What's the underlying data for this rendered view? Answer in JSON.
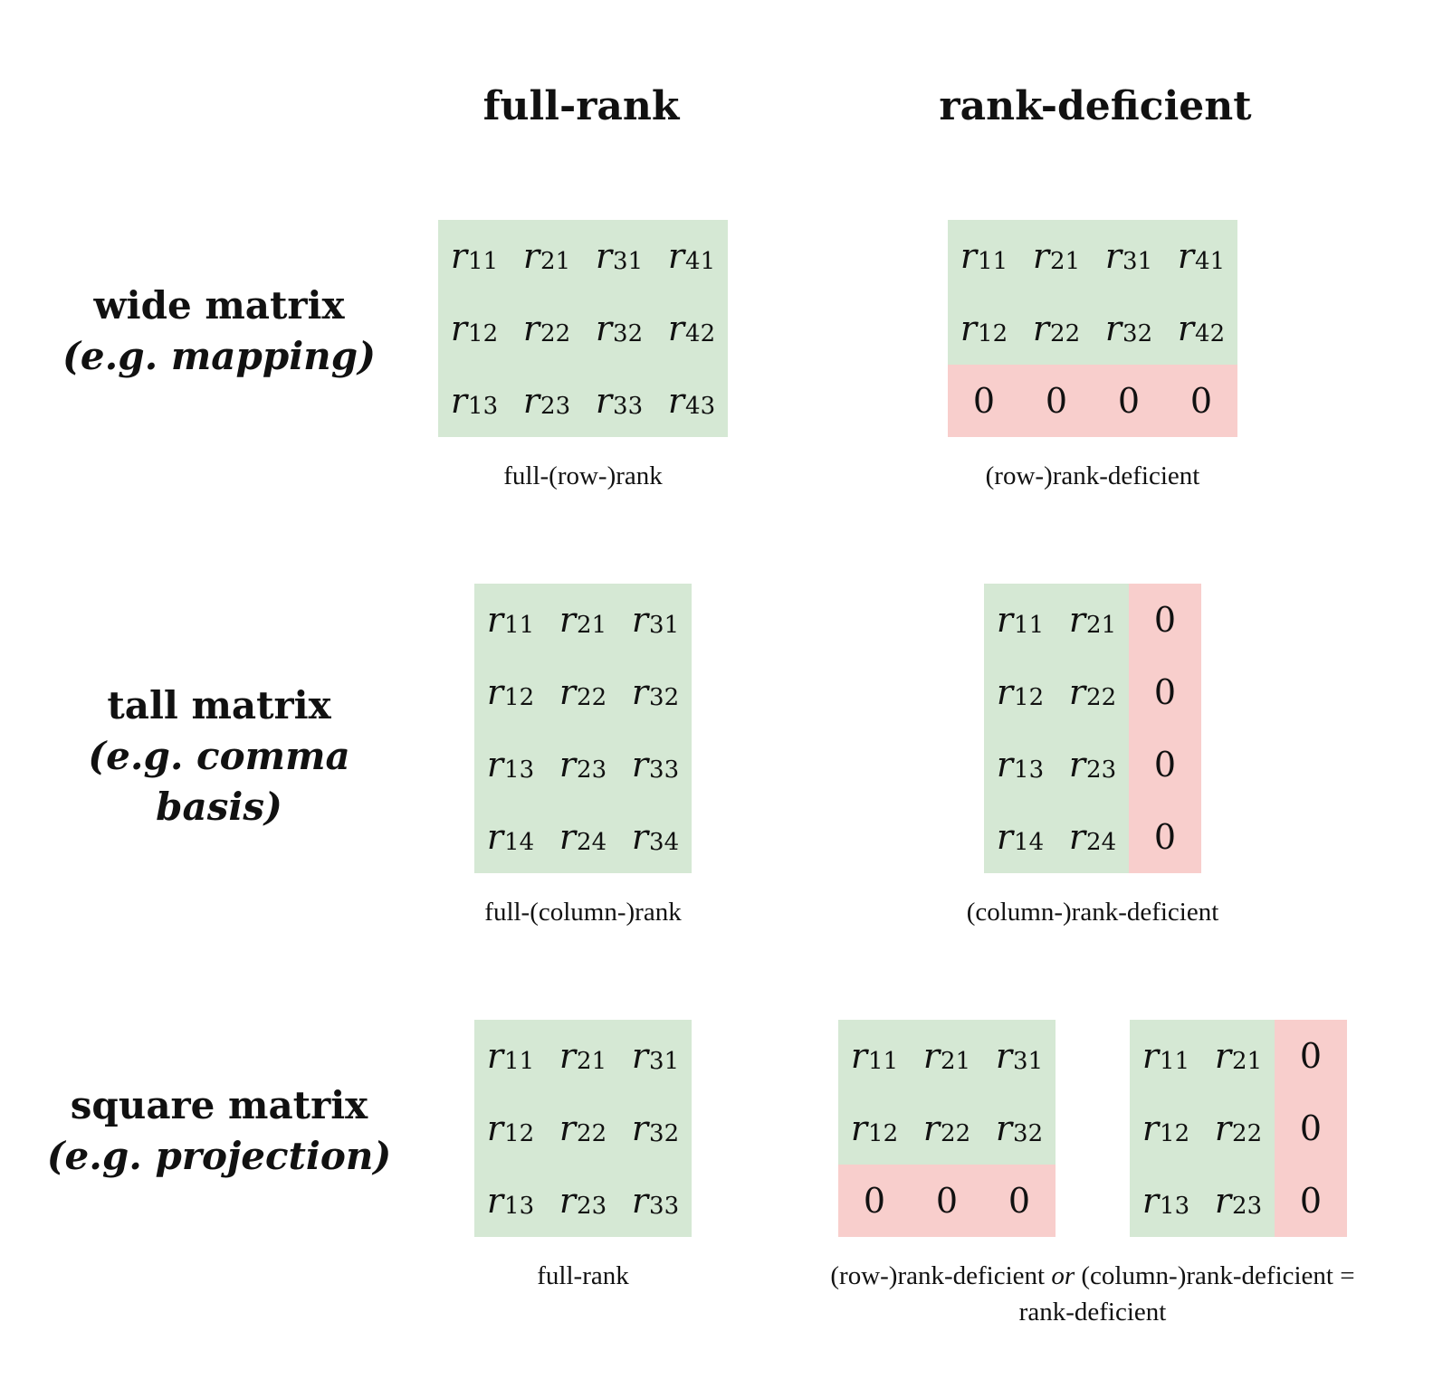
{
  "columns": {
    "full": "full-rank",
    "deficient": "rank-deficient"
  },
  "rows": {
    "wide": {
      "title": "wide matrix",
      "subtitle": "(e.g. mapping)"
    },
    "tall": {
      "title": "tall matrix",
      "subtitle": "(e.g. comma basis)"
    },
    "square": {
      "title": "square matrix",
      "subtitle": "(e.g. projection)"
    }
  },
  "captions": {
    "wide_full": "full-(row-)rank",
    "wide_def": "(row-)rank-deficient",
    "tall_full": "full-(column-)rank",
    "tall_def": "(column-)rank-deficient",
    "square_full": "full-rank",
    "square_def_a": "(row-)rank-deficient",
    "square_def_or": "or",
    "square_def_b": "(column-)rank-deficient =",
    "square_def_c": "rank-deficient"
  },
  "matrices": {
    "wide_full": {
      "rows": 3,
      "cols": 4,
      "cells": [
        [
          "r|11",
          "r|21",
          "r|31",
          "r|41"
        ],
        [
          "r|12",
          "r|22",
          "r|32",
          "r|42"
        ],
        [
          "r|13",
          "r|23",
          "r|33",
          "r|43"
        ]
      ]
    },
    "wide_def": {
      "rows": 3,
      "cols": 4,
      "cells": [
        [
          "r|11",
          "r|21",
          "r|31",
          "r|41"
        ],
        [
          "r|12",
          "r|22",
          "r|32",
          "r|42"
        ],
        [
          "0",
          "0",
          "0",
          "0"
        ]
      ]
    },
    "tall_full": {
      "rows": 4,
      "cols": 3,
      "cells": [
        [
          "r|11",
          "r|21",
          "r|31"
        ],
        [
          "r|12",
          "r|22",
          "r|32"
        ],
        [
          "r|13",
          "r|23",
          "r|33"
        ],
        [
          "r|14",
          "r|24",
          "r|34"
        ]
      ]
    },
    "tall_def": {
      "rows": 4,
      "cols": 3,
      "cells": [
        [
          "r|11",
          "r|21",
          "0"
        ],
        [
          "r|12",
          "r|22",
          "0"
        ],
        [
          "r|13",
          "r|23",
          "0"
        ],
        [
          "r|14",
          "r|24",
          "0"
        ]
      ]
    },
    "square_full": {
      "rows": 3,
      "cols": 3,
      "cells": [
        [
          "r|11",
          "r|21",
          "r|31"
        ],
        [
          "r|12",
          "r|22",
          "r|32"
        ],
        [
          "r|13",
          "r|23",
          "r|33"
        ]
      ]
    },
    "square_def_row": {
      "rows": 3,
      "cols": 3,
      "cells": [
        [
          "r|11",
          "r|21",
          "r|31"
        ],
        [
          "r|12",
          "r|22",
          "r|32"
        ],
        [
          "0",
          "0",
          "0"
        ]
      ]
    },
    "square_def_col": {
      "rows": 3,
      "cols": 3,
      "cells": [
        [
          "r|11",
          "r|21",
          "0"
        ],
        [
          "r|12",
          "r|22",
          "0"
        ],
        [
          "r|13",
          "r|23",
          "0"
        ]
      ]
    }
  },
  "colors": {
    "nonzero": "#d5e8d4",
    "zero": "#f8cecc"
  }
}
